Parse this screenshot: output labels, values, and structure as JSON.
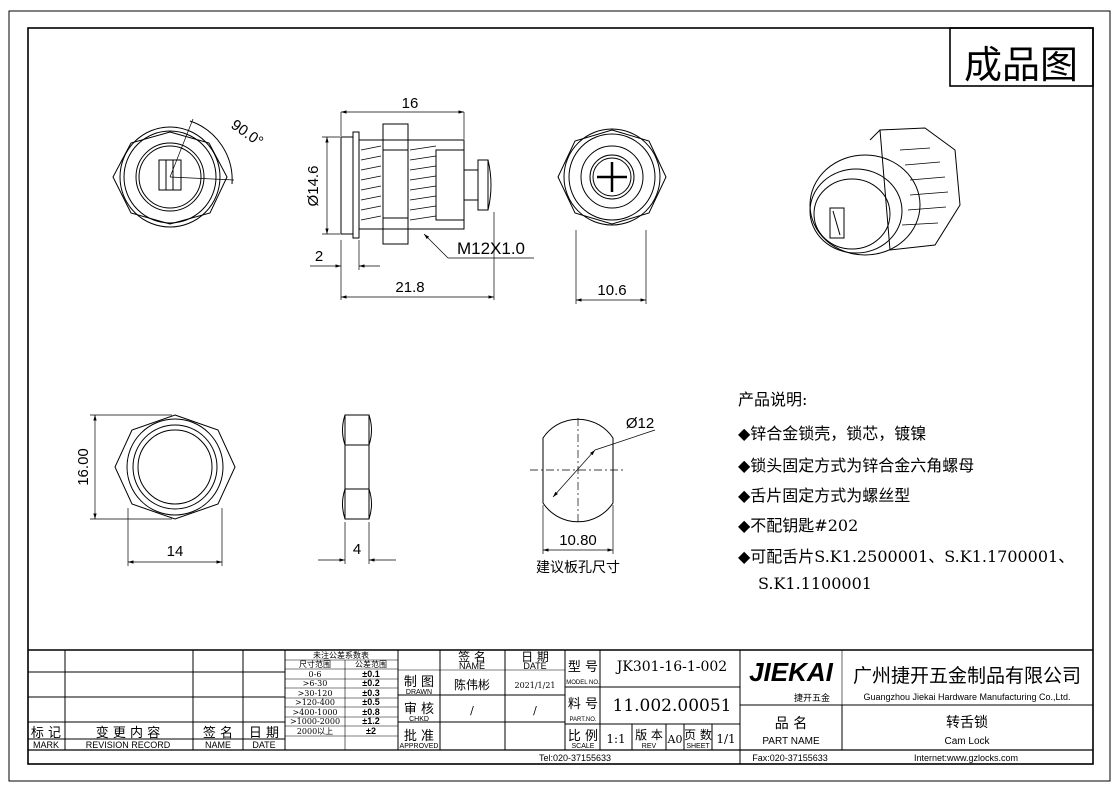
{
  "title_box": "成品图",
  "dimensions": {
    "angle": "90.0°",
    "length_16": "16",
    "dia_14_6": "Ø14.6",
    "flange_2": "2",
    "thread": "M12X1.0",
    "total_21_8": "21.8",
    "side_10_6": "10.6",
    "hex_height": "16.00",
    "hex_width": "14",
    "nut_thickness": "4",
    "hole_dia": "Ø12",
    "hole_flat": "10.80",
    "hole_caption": "建议板孔尺寸"
  },
  "description": {
    "heading": "产品说明:",
    "lines": [
      "◆锌合金锁壳，锁芯，镀镍",
      "◆锁头固定方式为锌合金六角螺母",
      "◆舌片固定方式为螺丝型",
      "◆不配钥匙#202",
      "◆可配舌片S.K1.2500001、S.K1.1700001、",
      "S.K1.1100001"
    ]
  },
  "title_block": {
    "mark_cn": "标 记",
    "mark_en": "MARK",
    "rev_cn": "变 更 内 容",
    "rev_en": "REVISION RECORD",
    "name_cn": "签 名",
    "name_en": "NAME",
    "date_cn": "日 期",
    "date_en": "DATE",
    "tol_title": "未注公差系数表",
    "tol_header_range": "尺寸范围",
    "tol_header_tol": "公差范围",
    "tol_rows": [
      [
        "0-6",
        "±0.1"
      ],
      [
        ">6-30",
        "±0.2"
      ],
      [
        ">30-120",
        "±0.3"
      ],
      [
        ">120-400",
        "±0.5"
      ],
      [
        ">400-1000",
        "±0.8"
      ],
      [
        ">1000-2000",
        "±1.2"
      ],
      [
        "2000以上",
        "±2"
      ]
    ],
    "drawn_cn": "制 图",
    "drawn_en": "DRAWN",
    "chkd_cn": "审 核",
    "chkd_en": "CHKD",
    "appr_cn": "批 准",
    "appr_en": "APPROVED",
    "sig_name_cn": "签 名",
    "sig_name_en": "NAME",
    "sig_date_cn": "日 期",
    "sig_date_en": "DATE",
    "drawn_by": "陈伟彬",
    "drawn_date": "2021/1/21",
    "slash1": "/",
    "slash2": "/",
    "model_cn": "型 号",
    "model_en": "MODEL NO.",
    "model_no": "JK301-16-1-002",
    "part_cn": "料 号",
    "part_en": "PART.NO.",
    "part_no": "11.002.00051",
    "scale_cn": "比 例",
    "scale_en": "SCALE",
    "scale": "1:1",
    "rev_label_cn": "版 本",
    "rev_label_en": "REV",
    "rev": "A0",
    "sheet_cn": "页 数",
    "sheet_en": "SHEET",
    "sheet": "1/1",
    "logo": "JIEKAI",
    "logo_sub": "捷开五金",
    "company_cn": "广州捷开五金制品有限公司",
    "company_en": "Guangzhou Jiekai Hardware Manufacturing Co.,Ltd.",
    "pname_cn": "品 名",
    "pname_en": "PART NAME",
    "product_cn": "转舌锁",
    "product_en": "Cam Lock",
    "tel": "Tel:020-37155633",
    "fax": "Fax:020-37155633",
    "internet": "Internet:www.gzlocks.com"
  }
}
